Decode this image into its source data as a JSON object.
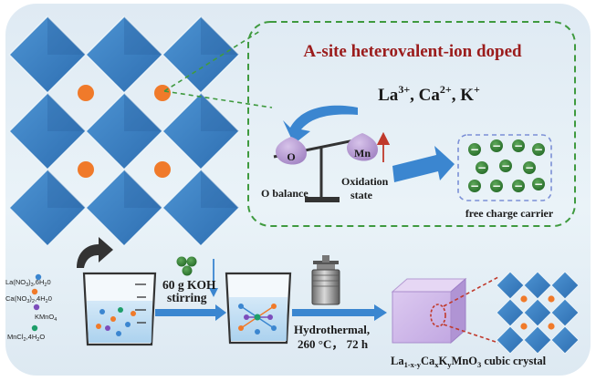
{
  "heading": "A-site heterovalent-ion doped",
  "ions": {
    "la": "La",
    "la_sup": "3+",
    "ca": "Ca",
    "ca_sup": "2+",
    "k": "K",
    "k_sup": "+",
    "sep": ", "
  },
  "balance": {
    "left_ball": "O",
    "right_ball": "Mn",
    "left_caption": "O balance",
    "right_caption_line1": "Oxidation",
    "right_caption_line2": "state"
  },
  "carrier": {
    "symbol": "−",
    "caption": "free charge carrier"
  },
  "reagents": [
    "La(NO3)3·6H2O",
    "Ca(NO3)2·4H2O",
    "KMnO4",
    "MnCl2·4H2O"
  ],
  "reagent_parts": [
    {
      "base": "La(NO",
      "sub1": "3",
      "mid": ")",
      "sub2": "3",
      "tail": ",6H",
      "sub3": "2",
      "end": "0"
    },
    {
      "base": "Ca(NO",
      "sub1": "3",
      "mid": ")",
      "sub2": "2",
      "tail": ",4H",
      "sub3": "2",
      "end": "0"
    },
    {
      "base": "KMnO",
      "sub1": "4",
      "mid": "",
      "sub2": "",
      "tail": "",
      "sub3": "",
      "end": ""
    },
    {
      "base": "MnCl",
      "sub1": "2",
      "mid": "",
      "sub2": "",
      "tail": ",4H",
      "sub3": "2",
      "end": "O"
    }
  ],
  "step1": {
    "line1": "60 g KOH",
    "line2": "stirring"
  },
  "step2": {
    "line1": "Hydrothermal,",
    "line2": "260 °C，  72 h"
  },
  "product": {
    "p1": "La",
    "s1": "1-x-y",
    "p2": "Ca",
    "s2": "x",
    "p3": "K",
    "s3": "y",
    "p4": "MnO",
    "s4": "3",
    "p5": " cubic crystal"
  },
  "colors": {
    "octahedron": "#3d82c4",
    "octahedron_dark": "#2a64a3",
    "a_site": "#f07a2a",
    "carrier": "#2f7d32",
    "accent_red": "#9b1c1c",
    "arrow_blue": "#3b86d0",
    "panel_bg": "#e6f0f6",
    "dashed_green": "#3f9a3f",
    "ball_purple": "#b69bd0"
  }
}
